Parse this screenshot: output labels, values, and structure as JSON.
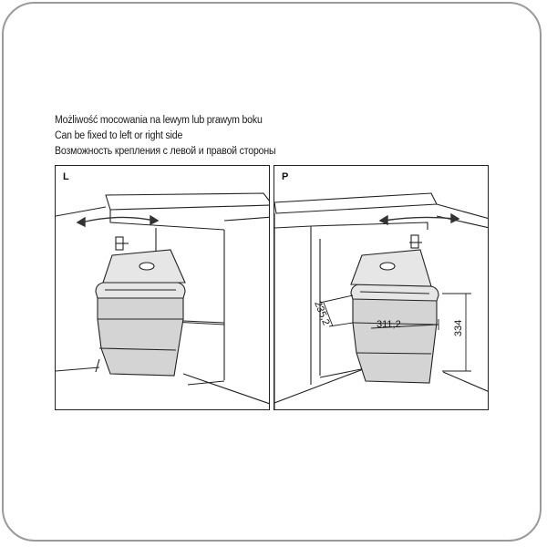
{
  "captions": {
    "polish": "Możliwość mocowania na lewym lub prawym boku",
    "english": "Can be fixed to left or right side",
    "russian": "Возможность крепления с левой и правой стороны"
  },
  "panels": {
    "left": {
      "label": "L"
    },
    "right": {
      "label": "P"
    }
  },
  "dimensions": {
    "depth": "235,2",
    "width": "311,2",
    "height": "334"
  },
  "colors": {
    "frame": "#9a9a9a",
    "line": "#222222",
    "bin_fill": "#d4d4d4",
    "bin_lid": "#e6e6e6"
  }
}
